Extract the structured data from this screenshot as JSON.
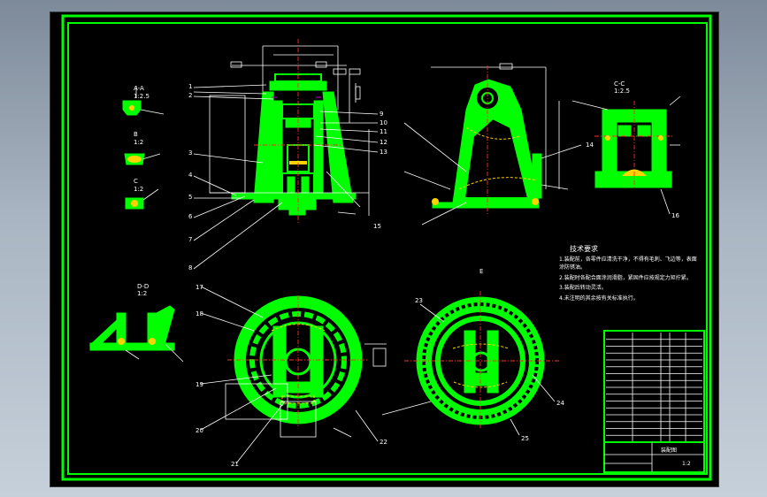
{
  "drawing": {
    "title": "装配图",
    "colors": {
      "outline": "#00ff00",
      "dimension": "#ffffff",
      "centerline": "#ff2b2b",
      "hidden": "#ffd200",
      "background": "#000000"
    }
  },
  "technical_requirements": {
    "heading": "技术要求",
    "items": [
      "1.装配前，各零件应清洗干净，不得有毛刺、飞边等，表面",
      "涂防锈油。",
      "2.装配时各配合面涂润滑脂，紧固件应按规定力矩拧紧。",
      "3.装配后转动灵活。",
      "4.未注明的其余按有关标准执行。"
    ]
  },
  "section_labels": {
    "aux_a": "A-A",
    "aux_b": "B",
    "aux_c": "C",
    "side_section": "C-C",
    "left_bottom": "D-D",
    "center": "E"
  },
  "scale_labels": [
    "1:2.5",
    "1:2",
    "1:2",
    "1:2.5",
    "1:2"
  ],
  "part_numbers": [
    "1",
    "2",
    "3",
    "4",
    "5",
    "6",
    "7",
    "8",
    "9",
    "10",
    "11",
    "12",
    "13",
    "14",
    "15",
    "16",
    "17",
    "18",
    "19",
    "20",
    "21",
    "22",
    "23",
    "24",
    "25"
  ],
  "bom": {
    "rows": 16
  },
  "title_block": {
    "name": "装配图",
    "scale": "1:2"
  }
}
